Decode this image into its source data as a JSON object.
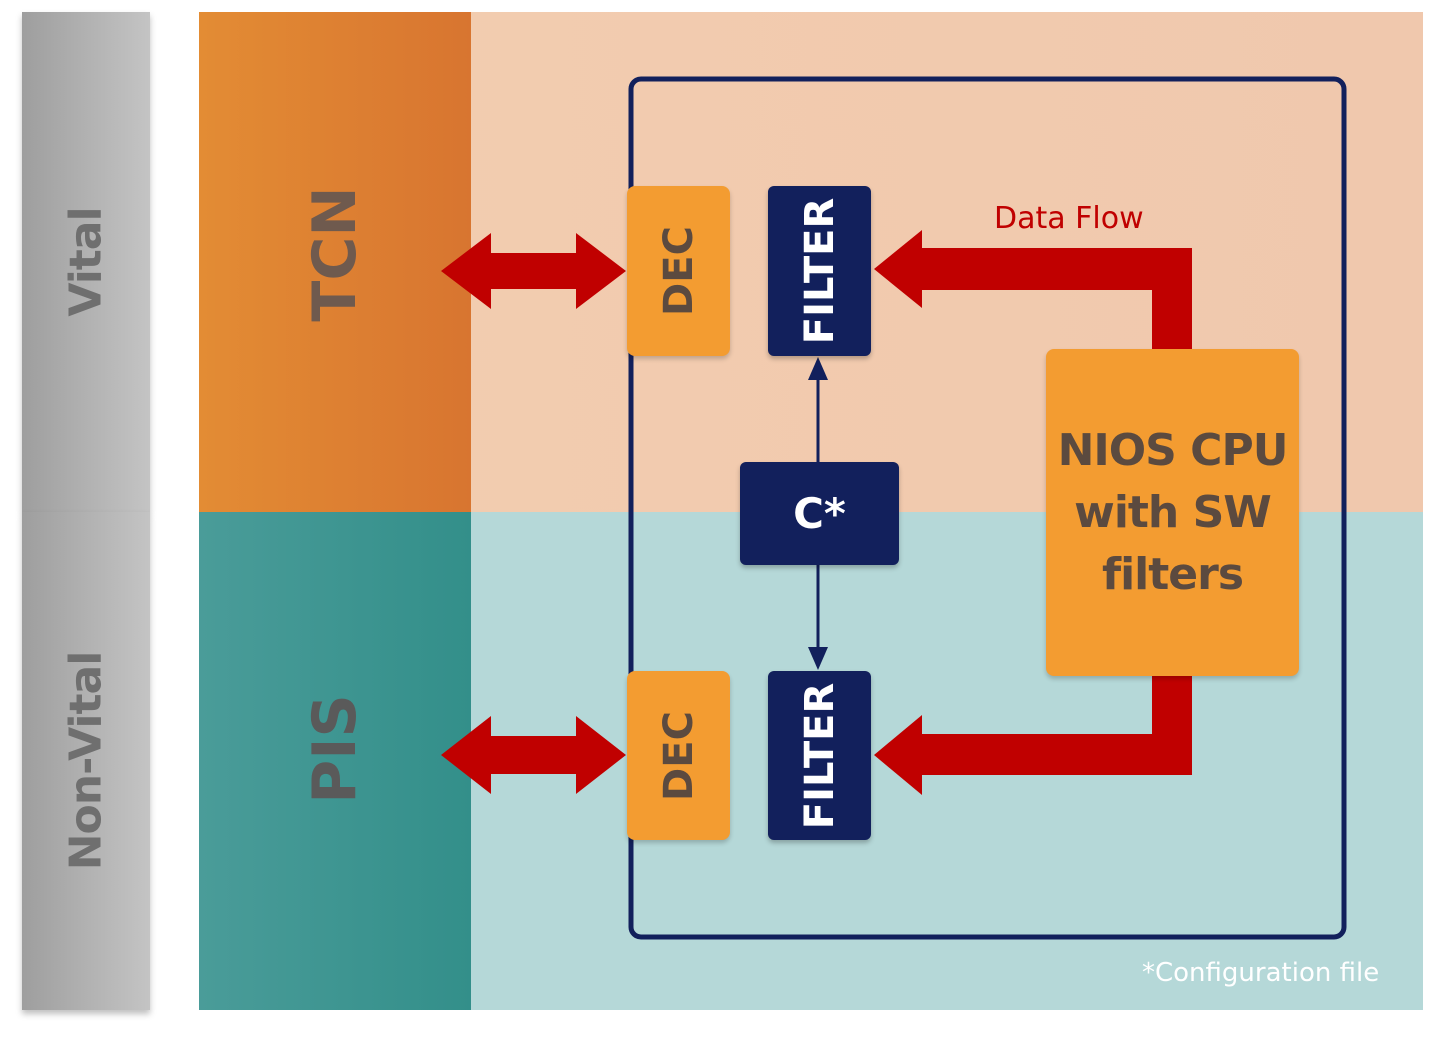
{
  "bands": {
    "vital_label": "Vital",
    "non_vital_label": "Non-Vital"
  },
  "zones": {
    "top_label": "TCN",
    "bottom_label": "PIS"
  },
  "blocks": {
    "dec_top": "DEC",
    "dec_bottom": "DEC",
    "filter_top": "FILTER",
    "filter_bottom": "FILTER",
    "config": "C*",
    "cpu_lines": [
      "NIOS CPU",
      "with SW",
      "filters"
    ]
  },
  "labels": {
    "data_flow": "Data Flow",
    "footnote": "*Configuration file"
  },
  "colors": {
    "arrow_red": "#c00000",
    "navy": "#12205c",
    "block_orange": "#f39c31",
    "tcn_orange": "#e0802f",
    "pis_teal": "#3f9893",
    "top_bg": "#f3cdb0",
    "bottom_bg": "#b5d8d8"
  }
}
